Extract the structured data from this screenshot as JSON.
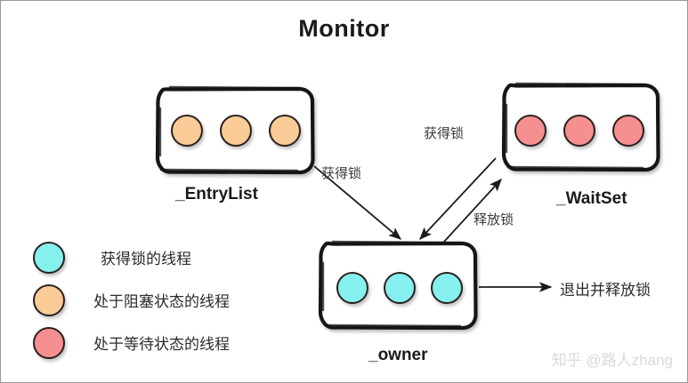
{
  "title": "Monitor",
  "colors": {
    "thread_running": "#85f0ee",
    "thread_blocked": "#f9cb96",
    "thread_waiting": "#f68f8f",
    "stroke": "#1b1b1b",
    "background": "#ffffff",
    "watermark": "#d9d9d9"
  },
  "boxes": [
    {
      "id": "entry-list",
      "caption": "_EntryList",
      "thread_state": "blocked",
      "thread_color": "#f9cb96",
      "thread_count": 3
    },
    {
      "id": "wait-set",
      "caption": "_WaitSet",
      "thread_state": "waiting",
      "thread_color": "#f68f8f",
      "thread_count": 3
    },
    {
      "id": "owner",
      "caption": "_owner",
      "thread_state": "running",
      "thread_color": "#85f0ee",
      "thread_count": 3
    }
  ],
  "edges": [
    {
      "id": "entrylist-to-owner",
      "label": "获得锁",
      "from": "_EntryList",
      "to": "_owner"
    },
    {
      "id": "waitset-to-owner",
      "label": "获得锁",
      "from": "_WaitSet",
      "to": "_owner"
    },
    {
      "id": "owner-to-waitset",
      "label": "释放锁",
      "from": "_owner",
      "to": "_WaitSet"
    },
    {
      "id": "owner-exit",
      "label": "退出并释放锁",
      "from": "_owner",
      "to": ""
    }
  ],
  "legend": {
    "items": [
      {
        "color": "#85f0ee",
        "label": "获得锁的线程"
      },
      {
        "color": "#f9cb96",
        "label": "处于阻塞状态的线程"
      },
      {
        "color": "#f68f8f",
        "label": "处于等待状态的线程"
      }
    ]
  },
  "watermark": "知乎 @路人zhang"
}
